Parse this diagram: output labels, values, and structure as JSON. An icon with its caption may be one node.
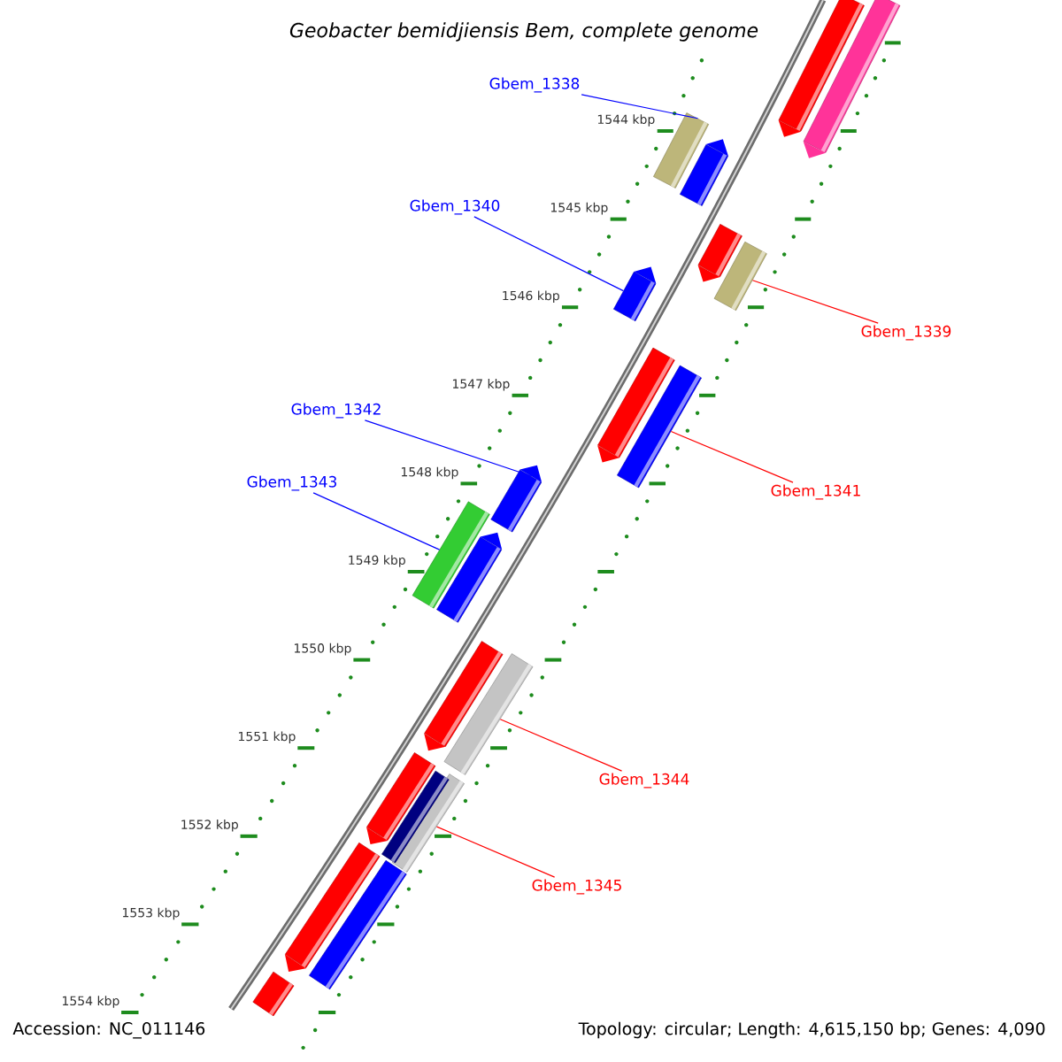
{
  "diagram": {
    "title": "Geobacter bemidjiensis Bem, complete genome",
    "nodes": [
      {
        "text": [
          "Gbem_1338"
        ]
      },
      {
        "text": [
          "Gbem_1340"
        ]
      },
      {
        "text": [
          "Gbem_1339"
        ]
      },
      {
        "text": [
          "Gbem_1342"
        ]
      },
      {
        "text": [
          "Gbem_1343"
        ]
      },
      {
        "text": [
          "Gbem_1341"
        ]
      },
      {
        "text": [
          "Gbem_1344"
        ]
      },
      {
        "text": [
          "Gbem_1345"
        ]
      },
      {
        "text": [],
        "shape": "arrow"
      },
      {
        "text": [],
        "shape": "arrow"
      },
      {
        "text": [],
        "shape": "bar"
      },
      {
        "text": [],
        "shape": "arrow"
      },
      {
        "text": [],
        "shape": "arrow"
      },
      {
        "text": [],
        "shape": "bar"
      },
      {
        "text": [],
        "shape": "arrow"
      },
      {
        "text": [],
        "shape": "arrow"
      },
      {
        "text": [],
        "shape": "bar"
      },
      {
        "text": [],
        "shape": "arrow"
      },
      {
        "text": [],
        "shape": "bar"
      },
      {
        "text": [],
        "shape": "arrow"
      },
      {
        "text": [],
        "shape": "arrow"
      },
      {
        "text": [],
        "shape": "bar"
      },
      {
        "text": [],
        "shape": "arrow"
      },
      {
        "text": [],
        "shape": "bar"
      },
      {
        "text": [],
        "shape": "bar"
      },
      {
        "text": [],
        "shape": "arrow"
      },
      {
        "text": [],
        "shape": "bar"
      },
      {
        "text": [],
        "shape": "bar"
      }
    ],
    "edges": [
      {
        "from": 0,
        "to": 10,
        "arrow": "none",
        "color": "#0000ff"
      },
      {
        "from": 1,
        "to": 14,
        "arrow": "none",
        "color": "#0000ff"
      },
      {
        "from": 2,
        "to": 13,
        "arrow": "none",
        "color": "#ff0000"
      },
      {
        "from": 3,
        "to": 17,
        "arrow": "none",
        "color": "#0000ff"
      },
      {
        "from": 4,
        "to": 18,
        "arrow": "none",
        "color": "#0000ff"
      },
      {
        "from": 5,
        "to": 16,
        "arrow": "none",
        "color": "#ff0000"
      },
      {
        "from": 6,
        "to": 21,
        "arrow": "none",
        "color": "#ff0000"
      },
      {
        "from": 7,
        "to": 23,
        "arrow": "none",
        "color": "#ff0000"
      }
    ],
    "labels": [
      "1544 kbp",
      "1545 kbp",
      "1546 kbp",
      "1547 kbp",
      "1548 kbp",
      "1549 kbp",
      "1550 kbp",
      "1551 kbp",
      "1552 kbp",
      "1553 kbp",
      "1554 kbp",
      "Accession: NC_011146",
      "Topology: circular; Length: 4,615,150 bp; Genes: 4,090"
    ]
  }
}
